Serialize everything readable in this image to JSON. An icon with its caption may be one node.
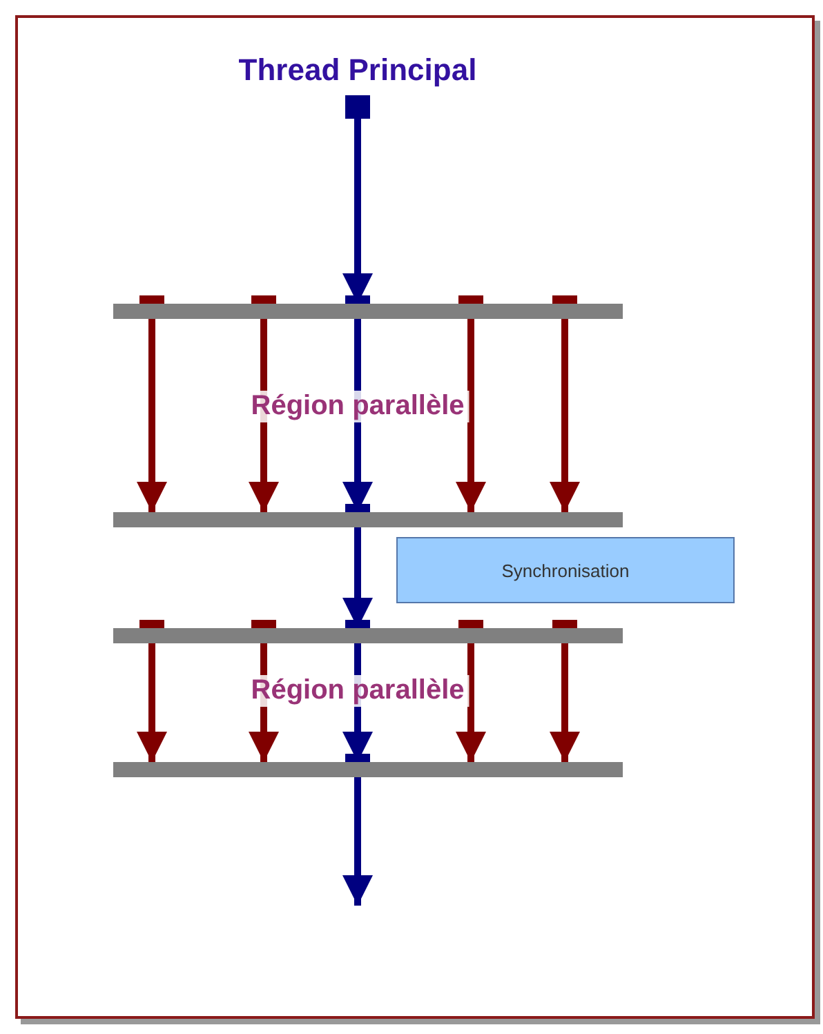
{
  "diagram": {
    "title": "Thread Principal",
    "nodes": [
      {
        "text": [],
        "shape": "bar"
      },
      {
        "text": [],
        "shape": "bar"
      },
      {
        "text": [
          "Synchronisation"
        ]
      },
      {
        "text": [],
        "shape": "bar"
      },
      {
        "text": [],
        "shape": "bar"
      }
    ],
    "edges": [
      {
        "from": null,
        "to": 0,
        "arrow": "to",
        "color": "#000080"
      },
      {
        "from": 0,
        "to": 1,
        "arrow": "to"
      },
      {
        "from": 0,
        "to": 1,
        "arrow": "to"
      },
      {
        "from": 0,
        "to": 1,
        "arrow": "to",
        "color": "#000080"
      },
      {
        "from": 0,
        "to": 1,
        "arrow": "to"
      },
      {
        "from": 0,
        "to": 1,
        "arrow": "to"
      },
      {
        "from": 1,
        "to": 3,
        "arrow": "to",
        "color": "#000080"
      },
      {
        "from": 3,
        "to": 4,
        "arrow": "to"
      },
      {
        "from": 3,
        "to": 4,
        "arrow": "to"
      },
      {
        "from": 3,
        "to": 4,
        "arrow": "to",
        "color": "#000080"
      },
      {
        "from": 3,
        "to": 4,
        "arrow": "to"
      },
      {
        "from": 3,
        "to": 4,
        "arrow": "to"
      },
      {
        "from": 4,
        "to": null,
        "arrow": "to",
        "color": "#000080"
      }
    ],
    "labels": [
      "Région parallèle",
      "Région parallèle"
    ]
  }
}
